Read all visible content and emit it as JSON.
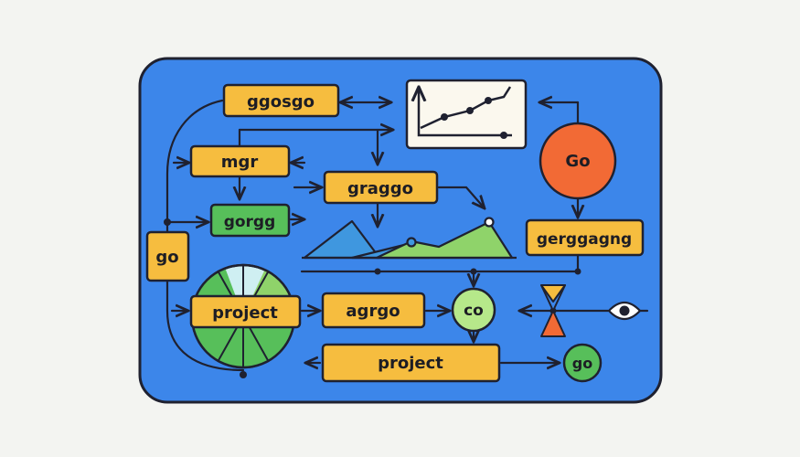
{
  "colors": {
    "background": "#f3f4f1",
    "panel": "#3c86ea",
    "outline": "#1f2130",
    "box_yellow": "#f6bd3f",
    "box_green": "#57bf5a",
    "node_lightgreen": "#b6e88a",
    "node_orange": "#f26a35",
    "chart_card": "#fbf8ee",
    "mountain_blue": "#3f97df",
    "mountain_green": "#8fd36a"
  },
  "nodes": {
    "top_box": "ggosgo",
    "mgr_box": "mgr",
    "green_box": "gorgg",
    "middle_box": "graggo",
    "side_box": "go",
    "orange_circle": "Go",
    "right_box": "gerggagng",
    "pie_label": "project",
    "agrgo_box": "agrgo",
    "co_circle": "co",
    "bottom_box": "project",
    "so_circle": "go"
  },
  "icons": {
    "chart_card": "line-chart-icon",
    "pie": "pie-chart-icon",
    "hourglass": "hourglass-icon",
    "eye": "eye-icon",
    "mountains": "mountain-chart-icon"
  }
}
